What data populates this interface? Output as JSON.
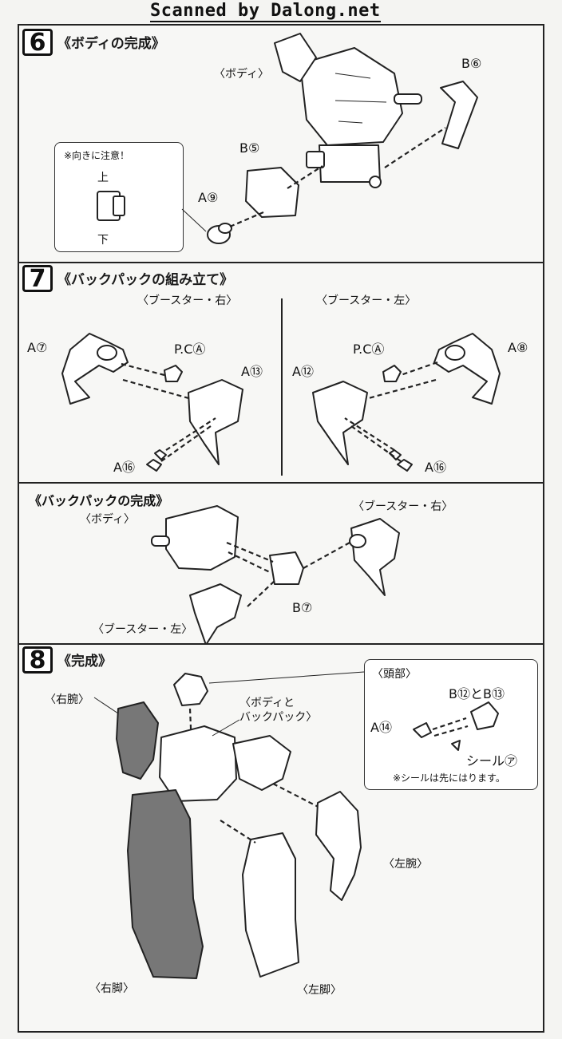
{
  "watermark": "Scanned by Dalong.net",
  "step6": {
    "number": "6",
    "title": "《ボディの完成》",
    "labels": {
      "body": "〈ボディ〉",
      "b6": "B⑥",
      "b5": "B⑤",
      "a9": "A⑨"
    },
    "note": {
      "title": "※向きに注意！",
      "up": "上",
      "down": "下"
    }
  },
  "step7": {
    "number": "7",
    "title": "《バックパックの組み立て》",
    "right": {
      "heading": "〈ブースター・右〉",
      "a7": "A⑦",
      "pc": "P.CⒶ",
      "a13": "A⑬",
      "a16": "A⑯"
    },
    "left": {
      "heading": "〈ブースター・左〉",
      "pc": "P.CⒶ",
      "a8": "A⑧",
      "a12": "A⑫",
      "a16": "A⑯"
    },
    "complete": {
      "title": "《バックパックの完成》",
      "body": "〈ボディ〉",
      "booster_right": "〈ブースター・右〉",
      "b7": "B⑦",
      "booster_left": "〈ブースター・左〉"
    }
  },
  "step8": {
    "number": "8",
    "title": "《完成》",
    "labels": {
      "right_arm": "〈右腕〉",
      "body_back_1": "〈ボディと",
      "body_back_2": "バックパック〉",
      "left_arm": "〈左腕〉",
      "right_leg": "〈右脚〉",
      "left_leg": "〈左脚〉"
    },
    "head": {
      "title": "〈頭部〉",
      "b12_b13": "B⑫とB⑬",
      "a14": "A⑭",
      "seal": "シール㋐",
      "note": "※シールは先にはります。"
    }
  }
}
